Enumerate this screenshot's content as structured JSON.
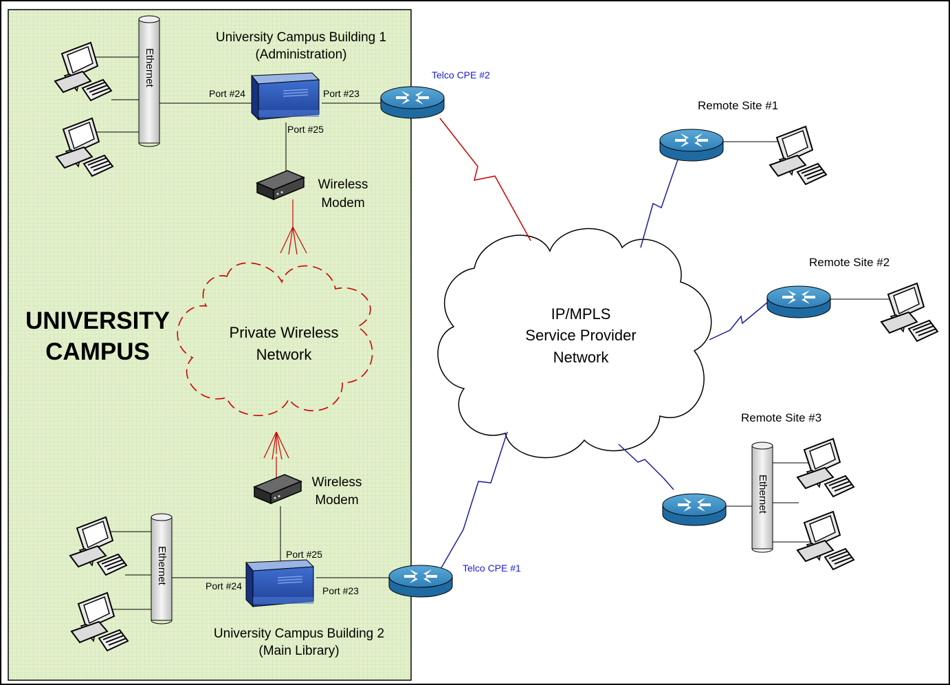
{
  "campus": {
    "title_line1": "UNIVERSITY",
    "title_line2": "CAMPUS",
    "building1_line1": "University Campus Building 1",
    "building1_line2": "(Administration)",
    "building2_line1": "University Campus Building 2",
    "building2_line2": "(Main Library)",
    "private_wireless_line1": "Private Wireless",
    "private_wireless_line2": "Network",
    "modem1_line1": "Wireless",
    "modem1_line2": "Modem",
    "modem2_line1": "Wireless",
    "modem2_line2": "Modem",
    "ethernet1": "Ethernet",
    "ethernet2": "Ethernet",
    "b1_port24": "Port #24",
    "b1_port23": "Port #23",
    "b1_port25": "Port #25",
    "b2_port25": "Port #25",
    "b2_port24": "Port #24",
    "b2_port23": "Port #23"
  },
  "wan": {
    "telco_cpe2": "Telco CPE #2",
    "telco_cpe1": "Telco CPE #1",
    "cloud_line1": "IP/MPLS",
    "cloud_line2": "Service Provider",
    "cloud_line3": "Network",
    "remote1": "Remote Site #1",
    "remote2": "Remote Site #2",
    "remote3": "Remote Site #3",
    "ethernet3": "Ethernet"
  },
  "colors": {
    "campus_bg": "#e3f0cc",
    "red_link": "#cc0000",
    "blue_link": "#1a1aa0",
    "router_blue": "#2f7fb8",
    "switch_blue": "#2a55b5"
  }
}
